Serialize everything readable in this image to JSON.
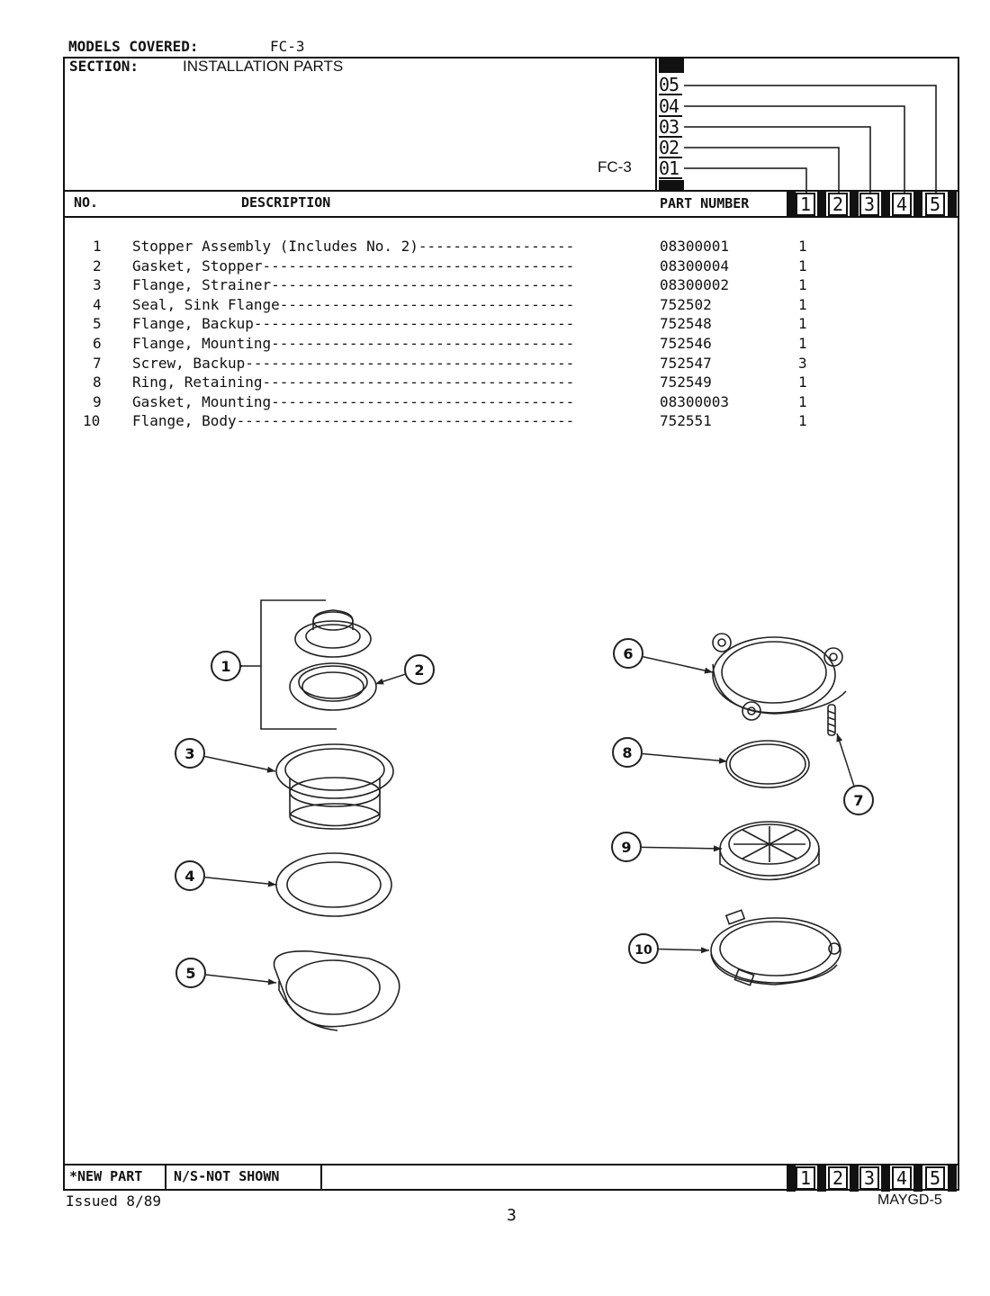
{
  "header": {
    "models_label": "MODELS COVERED:",
    "models_value": "FC-3",
    "section_label": "SECTION:",
    "section_value": "INSTALLATION PARTS",
    "model_code": "FC-3",
    "model_codes": [
      "05",
      "04",
      "03",
      "02",
      "01"
    ]
  },
  "table": {
    "col_no": "NO.",
    "col_description": "DESCRIPTION",
    "col_part_number": "PART NUMBER",
    "model_columns": [
      "1",
      "2",
      "3",
      "4",
      "5"
    ],
    "rows": [
      {
        "no": "1",
        "description": "Stopper Assembly (Includes No. 2)------------------",
        "part": "08300001",
        "qty": "1"
      },
      {
        "no": "2",
        "description": "Gasket, Stopper------------------------------------",
        "part": "08300004",
        "qty": "1"
      },
      {
        "no": "3",
        "description": "Flange, Strainer-----------------------------------",
        "part": "08300002",
        "qty": "1"
      },
      {
        "no": "4",
        "description": "Seal, Sink Flange----------------------------------",
        "part": "752502",
        "qty": "1"
      },
      {
        "no": "5",
        "description": "Flange, Backup-------------------------------------",
        "part": "752548",
        "qty": "1"
      },
      {
        "no": "6",
        "description": "Flange, Mounting-----------------------------------",
        "part": "752546",
        "qty": "1"
      },
      {
        "no": "7",
        "description": "Screw, Backup--------------------------------------",
        "part": "752547",
        "qty": "3"
      },
      {
        "no": "8",
        "description": "Ring, Retaining------------------------------------",
        "part": "752549",
        "qty": "1"
      },
      {
        "no": "9",
        "description": "Gasket, Mounting-----------------------------------",
        "part": "08300003",
        "qty": "1"
      },
      {
        "no": "10",
        "description": "Flange, Body---------------------------------------",
        "part": "752551",
        "qty": "1"
      }
    ]
  },
  "diagram": {
    "callouts": [
      "1",
      "2",
      "3",
      "4",
      "5",
      "6",
      "7",
      "8",
      "9",
      "10"
    ]
  },
  "footer": {
    "new_part": "*NEW PART",
    "not_shown": "N/S-NOT SHOWN",
    "model_columns": [
      "1",
      "2",
      "3",
      "4",
      "5"
    ],
    "issued": "Issued 8/89",
    "page": "3",
    "doc_code": "MAYGD-5"
  }
}
